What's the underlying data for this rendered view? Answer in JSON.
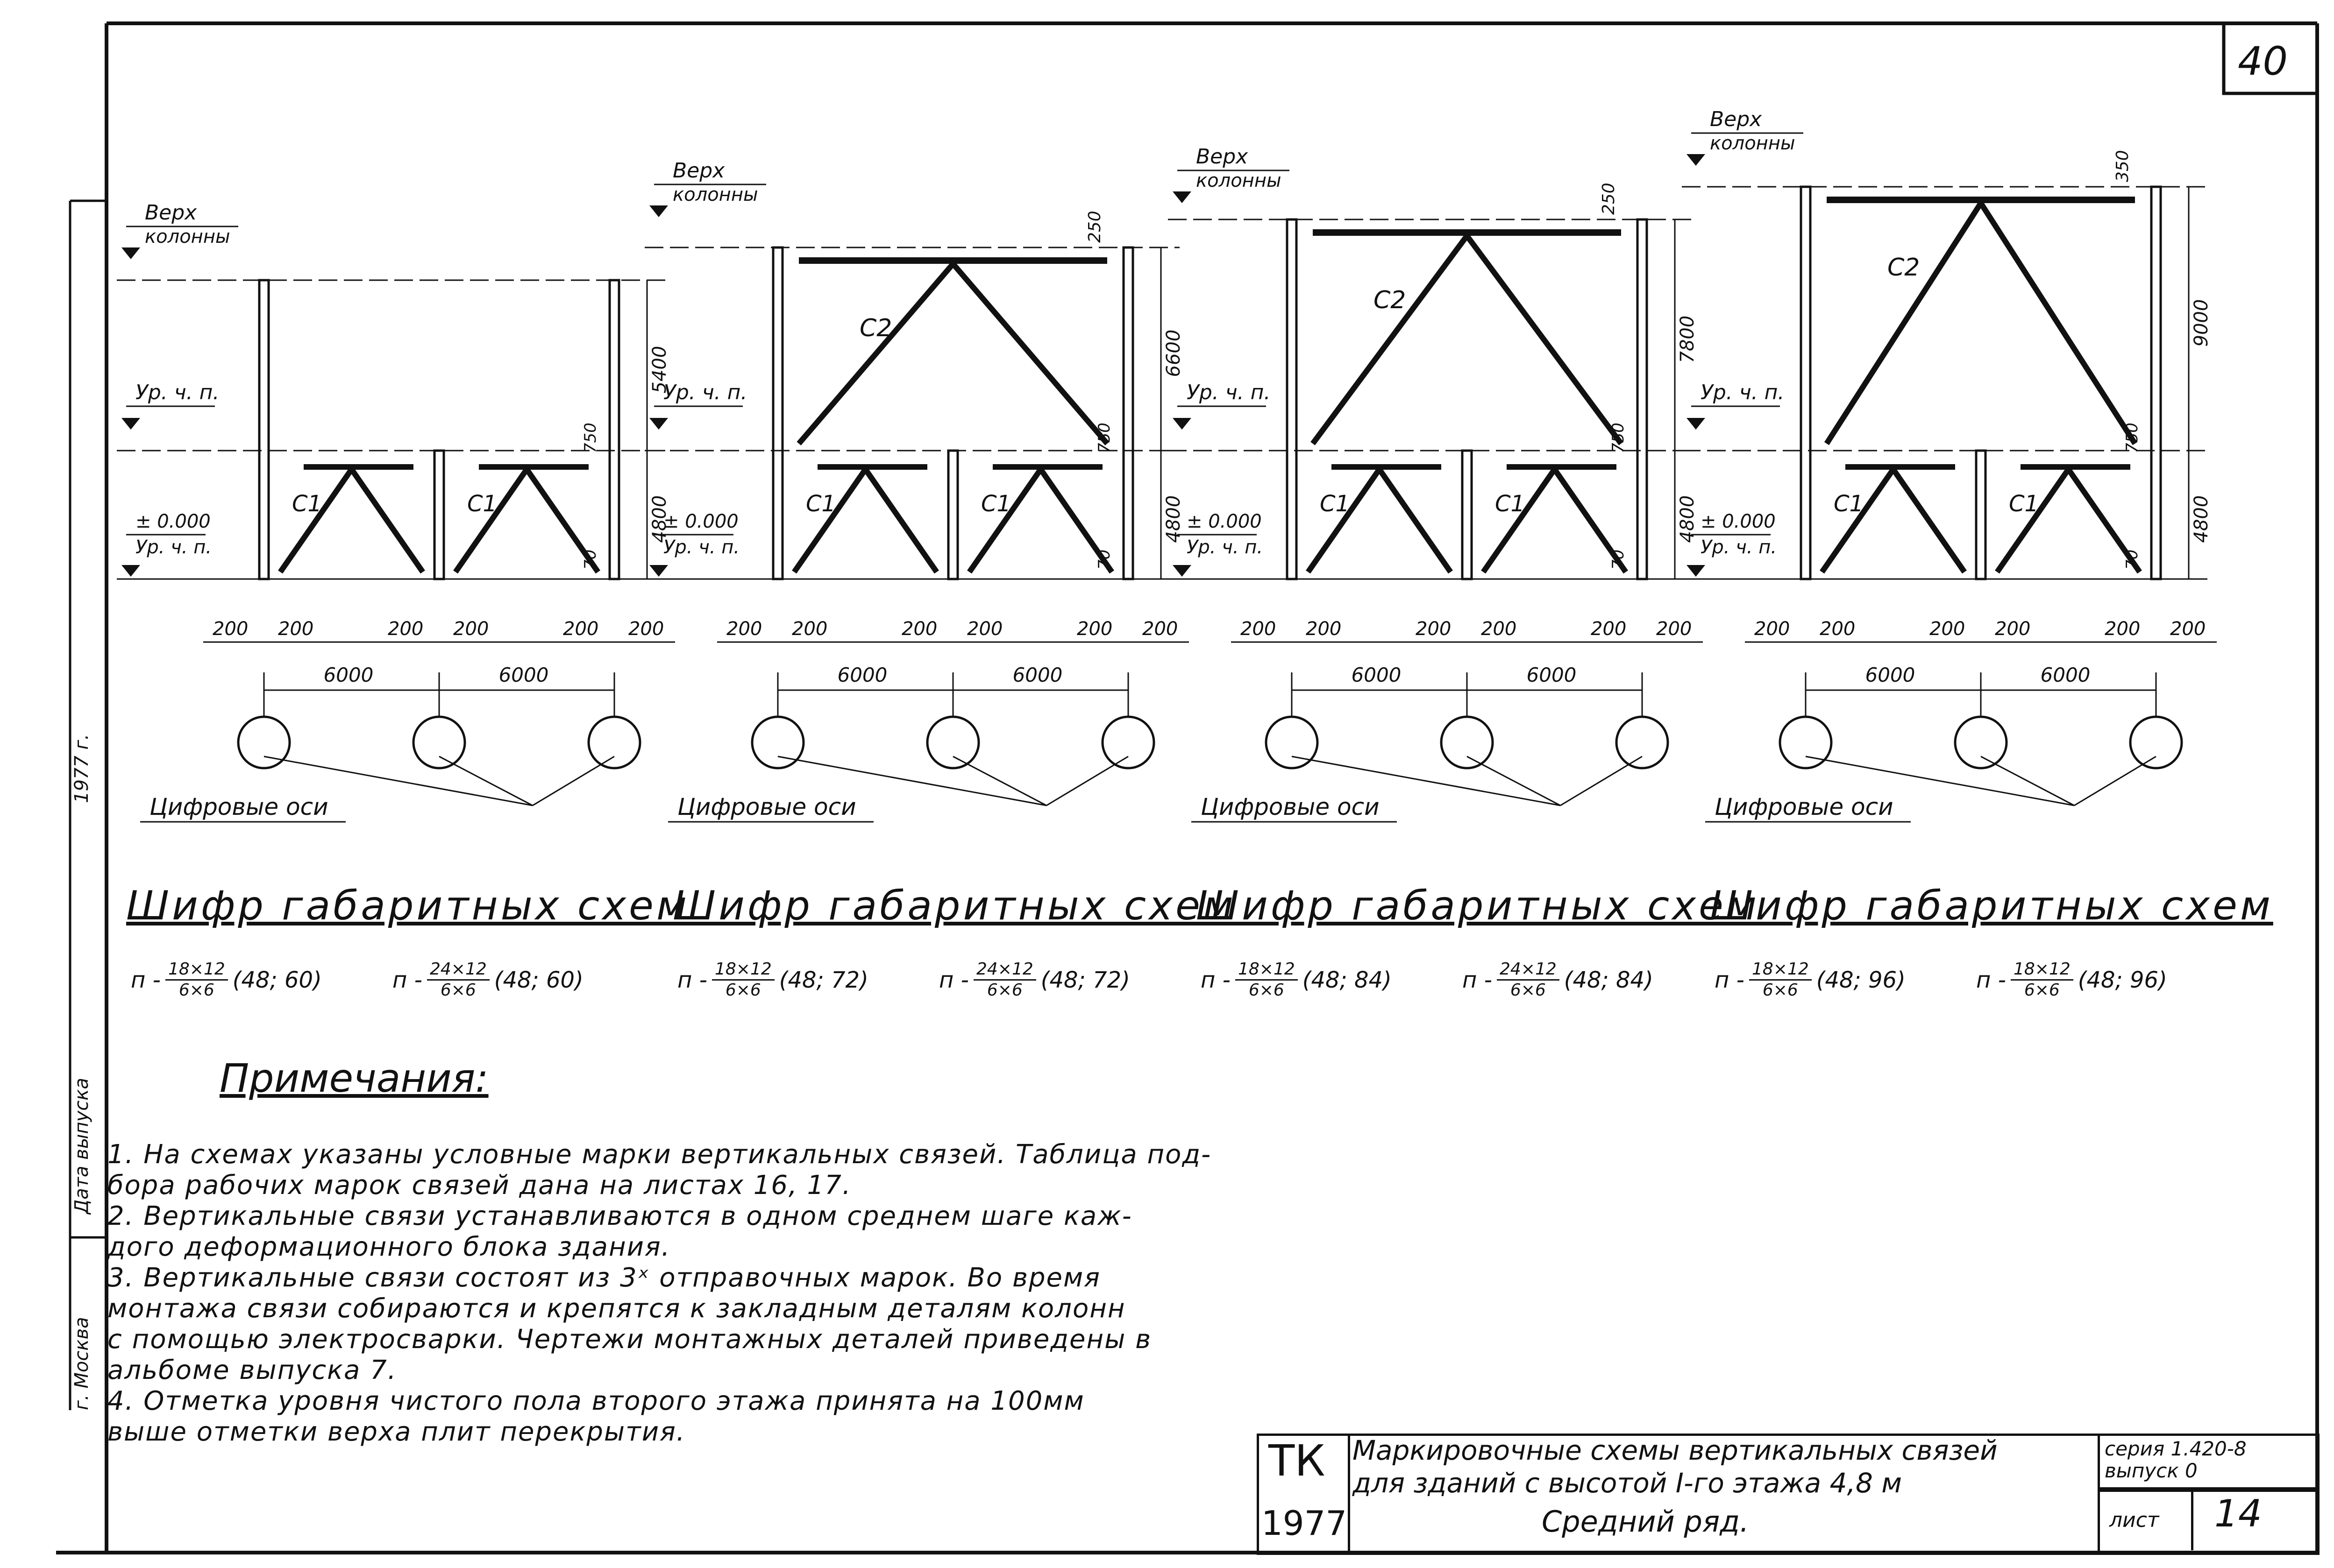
{
  "page_number": "40",
  "side_labels": {
    "city": "г. Москва",
    "date_label": "Дата выпуска",
    "year": "1977 г."
  },
  "schemes": [
    {
      "top_label_line1": "Верх",
      "top_label_line2": "колонны",
      "floor_label": "Ур. ч. п.",
      "zero_label": "± 0.000",
      "zero_label2": "Ур. ч. п.",
      "brace_top": null,
      "brace_bottom": "C1",
      "dim_upper": "5400",
      "dim_lower": "4800",
      "dim_750": "750",
      "dim_70": "70",
      "dim_top": null,
      "widths": [
        "200",
        "200",
        "200",
        "200",
        "200",
        "200"
      ],
      "spans": [
        "6000",
        "6000"
      ],
      "axes_label": "Цифровые оси",
      "code_title": "Шифр габаритных схем",
      "codes": [
        {
          "prefix": "п -",
          "num": "18×12",
          "den": "6×6",
          "suffix": "(48; 60)"
        },
        {
          "prefix": "п -",
          "num": "24×12",
          "den": "6×6",
          "suffix": "(48; 60)"
        }
      ]
    },
    {
      "top_label_line1": "Верх",
      "top_label_line2": "колонны",
      "floor_label": "Ур. ч. п.",
      "zero_label": "± 0.000",
      "zero_label2": "Ур. ч. п.",
      "brace_top": "C2",
      "brace_bottom": "C1",
      "dim_upper": "6600",
      "dim_lower": "4800",
      "dim_750": "750",
      "dim_70": "70",
      "dim_top": "250",
      "widths": [
        "200",
        "200",
        "200",
        "200",
        "200",
        "200"
      ],
      "spans": [
        "6000",
        "6000"
      ],
      "axes_label": "Цифровые оси",
      "code_title": "Шифр габаритных схем",
      "codes": [
        {
          "prefix": "п -",
          "num": "18×12",
          "den": "6×6",
          "suffix": "(48; 72)"
        },
        {
          "prefix": "п -",
          "num": "24×12",
          "den": "6×6",
          "suffix": "(48; 72)"
        }
      ]
    },
    {
      "top_label_line1": "Верх",
      "top_label_line2": "колонны",
      "floor_label": "Ур. ч. п.",
      "zero_label": "± 0.000",
      "zero_label2": "Ур. ч. п.",
      "brace_top": "C2",
      "brace_bottom": "C1",
      "dim_upper": "7800",
      "dim_lower": "4800",
      "dim_750": "750",
      "dim_70": "70",
      "dim_top": "250",
      "widths": [
        "200",
        "200",
        "200",
        "200",
        "200",
        "200"
      ],
      "spans": [
        "6000",
        "6000"
      ],
      "axes_label": "Цифровые оси",
      "code_title": "Шифр габаритных схем",
      "codes": [
        {
          "prefix": "п -",
          "num": "18×12",
          "den": "6×6",
          "suffix": "(48; 84)"
        },
        {
          "prefix": "п -",
          "num": "24×12",
          "den": "6×6",
          "suffix": "(48; 84)"
        }
      ]
    },
    {
      "top_label_line1": "Верх",
      "top_label_line2": "колонны",
      "floor_label": "Ур. ч. п.",
      "zero_label": "± 0.000",
      "zero_label2": "Ур. ч. п.",
      "brace_top": "C2",
      "brace_bottom": "C1",
      "dim_upper": "9000",
      "dim_lower": "4800",
      "dim_750": "750",
      "dim_70": "70",
      "dim_top": "350",
      "widths": [
        "200",
        "200",
        "200",
        "200",
        "200",
        "200"
      ],
      "spans": [
        "6000",
        "6000"
      ],
      "axes_label": "Цифровые оси",
      "code_title": "Шифр габаритных схем",
      "codes": [
        {
          "prefix": "п -",
          "num": "18×12",
          "den": "6×6",
          "suffix": "(48; 96)"
        },
        {
          "prefix": "п -",
          "num": "18×12",
          "den": "6×6",
          "suffix": "(48; 96)"
        }
      ]
    }
  ],
  "notes": {
    "title": "Примечания:",
    "lines": [
      "1. На схемах указаны условные марки вертикальных связей. Таблица под-",
      "   бора рабочих марок связей дана на листах 16, 17.",
      "2. Вертикальные связи устанавливаются в одном среднем шаге каж-",
      "   дого деформационного блока здания.",
      "3. Вертикальные связи состоят из 3ˣ отправочных марок. Во время",
      "   монтажа связи собираются и крепятся к закладным деталям колонн",
      "   с помощью электросварки. Чертежи монтажных деталей приведены в",
      "   альбоме выпуска 7.",
      "4. Отметка уровня чистого пола второго этажа принята на 100мм",
      "   выше отметки верха плит перекрытия."
    ]
  },
  "title_block": {
    "org": "ТК",
    "year": "1977",
    "title_line1": "Маркировочные схемы вертикальных связей",
    "title_line2": "для зданий с высотой I-го этажа 4,8 м",
    "title_line3": "Средний ряд.",
    "series": "серия 1.420-8",
    "issue": "выпуск 0",
    "sheet_label": "лист",
    "sheet_number": "14"
  }
}
